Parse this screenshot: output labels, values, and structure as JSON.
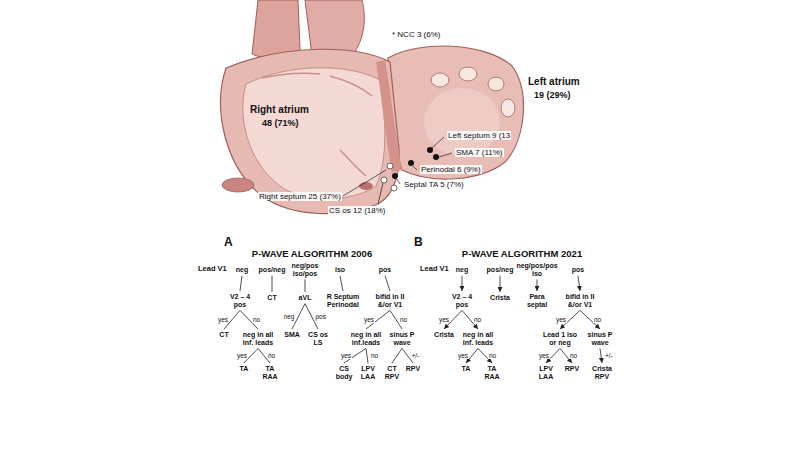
{
  "diagram": {
    "nodes": [
      {
        "text": [
          "neg"
        ]
      },
      {
        "text": [
          "pos/neg"
        ]
      },
      {
        "text": [
          "neg/pos iso/pos"
        ]
      },
      {
        "text": [
          "iso"
        ]
      },
      {
        "text": [
          "pos"
        ]
      },
      {
        "text": [
          "V2 – 4 pos"
        ]
      },
      {
        "text": [
          "CT"
        ]
      },
      {
        "text": [
          "aVL"
        ]
      },
      {
        "text": [
          "R Septum Perinodal"
        ]
      },
      {
        "text": [
          "bifid in II &/or V1"
        ]
      },
      {
        "text": [
          "CT"
        ]
      },
      {
        "text": [
          "neg in all inf. leads"
        ]
      },
      {
        "text": [
          "SMA"
        ]
      },
      {
        "text": [
          "CS os LS"
        ]
      },
      {
        "text": [
          "neg in all inf.leads"
        ]
      },
      {
        "text": [
          "sinus P wave"
        ]
      },
      {
        "text": [
          "TA"
        ]
      },
      {
        "text": [
          "TA RAA"
        ]
      },
      {
        "text": [
          "CS body"
        ]
      },
      {
        "text": [
          "LPV LAA"
        ]
      },
      {
        "text": [
          "CT RPV"
        ]
      },
      {
        "text": [
          "RPV"
        ]
      },
      {
        "text": [
          "neg"
        ]
      },
      {
        "text": [
          "pos/neg"
        ]
      },
      {
        "text": [
          "neg/pos/pos iso"
        ]
      },
      {
        "text": [
          "pos"
        ]
      },
      {
        "text": [
          "V2 – 4 pos"
        ]
      },
      {
        "text": [
          "Crista"
        ]
      },
      {
        "text": [
          "Para septal"
        ]
      },
      {
        "text": [
          "bifid in II &/or V1"
        ]
      },
      {
        "text": [
          "Crista"
        ]
      },
      {
        "text": [
          "neg in all inf. leads"
        ]
      },
      {
        "text": [
          "Lead 1 iso or neg"
        ]
      },
      {
        "text": [
          "sinus P wave"
        ]
      },
      {
        "text": [
          "TA"
        ]
      },
      {
        "text": [
          "TA RAA"
        ]
      },
      {
        "text": [
          "LPV LAA"
        ]
      },
      {
        "text": [
          "RPV"
        ]
      },
      {
        "text": [
          "Crista RPV"
        ]
      }
    ],
    "edges": [
      {
        "from": 0,
        "to": 5,
        "arrow": "none"
      },
      {
        "from": 1,
        "to": 6,
        "arrow": "none"
      },
      {
        "from": 2,
        "to": 7,
        "arrow": "none"
      },
      {
        "from": 3,
        "to": 8,
        "arrow": "none"
      },
      {
        "from": 4,
        "to": 9,
        "arrow": "none"
      },
      {
        "from": 5,
        "to": 10,
        "label": "yes",
        "arrow": "none"
      },
      {
        "from": 5,
        "to": 11,
        "label": "no",
        "arrow": "none"
      },
      {
        "from": 7,
        "to": 12,
        "label": "neg",
        "arrow": "none"
      },
      {
        "from": 7,
        "to": 13,
        "label": "pos",
        "arrow": "none"
      },
      {
        "from": 9,
        "to": 14,
        "label": "yes",
        "arrow": "none"
      },
      {
        "from": 9,
        "to": 15,
        "label": "no",
        "arrow": "none"
      },
      {
        "from": 11,
        "to": 16,
        "label": "yes",
        "arrow": "none"
      },
      {
        "from": 11,
        "to": 17,
        "label": "no",
        "arrow": "none"
      },
      {
        "from": 14,
        "to": 18,
        "label": "yes",
        "arrow": "none"
      },
      {
        "from": 14,
        "to": 19,
        "label": "no",
        "arrow": "none"
      },
      {
        "from": 15,
        "to": 20,
        "arrow": "none"
      },
      {
        "from": 15,
        "to": 21,
        "label": "+/-",
        "arrow": "none"
      },
      {
        "from": 22,
        "to": 26,
        "arrow": "to"
      },
      {
        "from": 23,
        "to": 27,
        "arrow": "to"
      },
      {
        "from": 24,
        "to": 28,
        "arrow": "to"
      },
      {
        "from": 25,
        "to": 29,
        "arrow": "to"
      },
      {
        "from": 26,
        "to": 30,
        "label": "yes",
        "arrow": "to"
      },
      {
        "from": 26,
        "to": 31,
        "label": "no",
        "arrow": "to"
      },
      {
        "from": 29,
        "to": 32,
        "label": "yes",
        "arrow": "to"
      },
      {
        "from": 29,
        "to": 33,
        "label": "no",
        "arrow": "to"
      },
      {
        "from": 31,
        "to": 34,
        "label": "yes",
        "arrow": "to"
      },
      {
        "from": 31,
        "to": 35,
        "label": "no",
        "arrow": "to"
      },
      {
        "from": 32,
        "to": 36,
        "label": "yes",
        "arrow": "to"
      },
      {
        "from": 32,
        "to": 37,
        "label": "no",
        "arrow": "to"
      },
      {
        "from": 33,
        "to": 38,
        "label": "+/-",
        "arrow": "to"
      }
    ],
    "labels": [
      "Right atrium",
      "48 (71%)",
      "Left atrium",
      "19 (29%)",
      "* NCC 3 (6%)",
      "Left septum 9 (13",
      "SMA 7 (11%)",
      "Perinodal 6 (9%)",
      "Septal TA 5 (7%)",
      "Right septum 25 (37%)",
      "CS os 12 (18%)",
      "A",
      "P-WAVE ALGORITHM 2006",
      "B",
      "P-WAVE ALGORITHM 2021",
      "Lead V1",
      "Lead V1"
    ]
  }
}
